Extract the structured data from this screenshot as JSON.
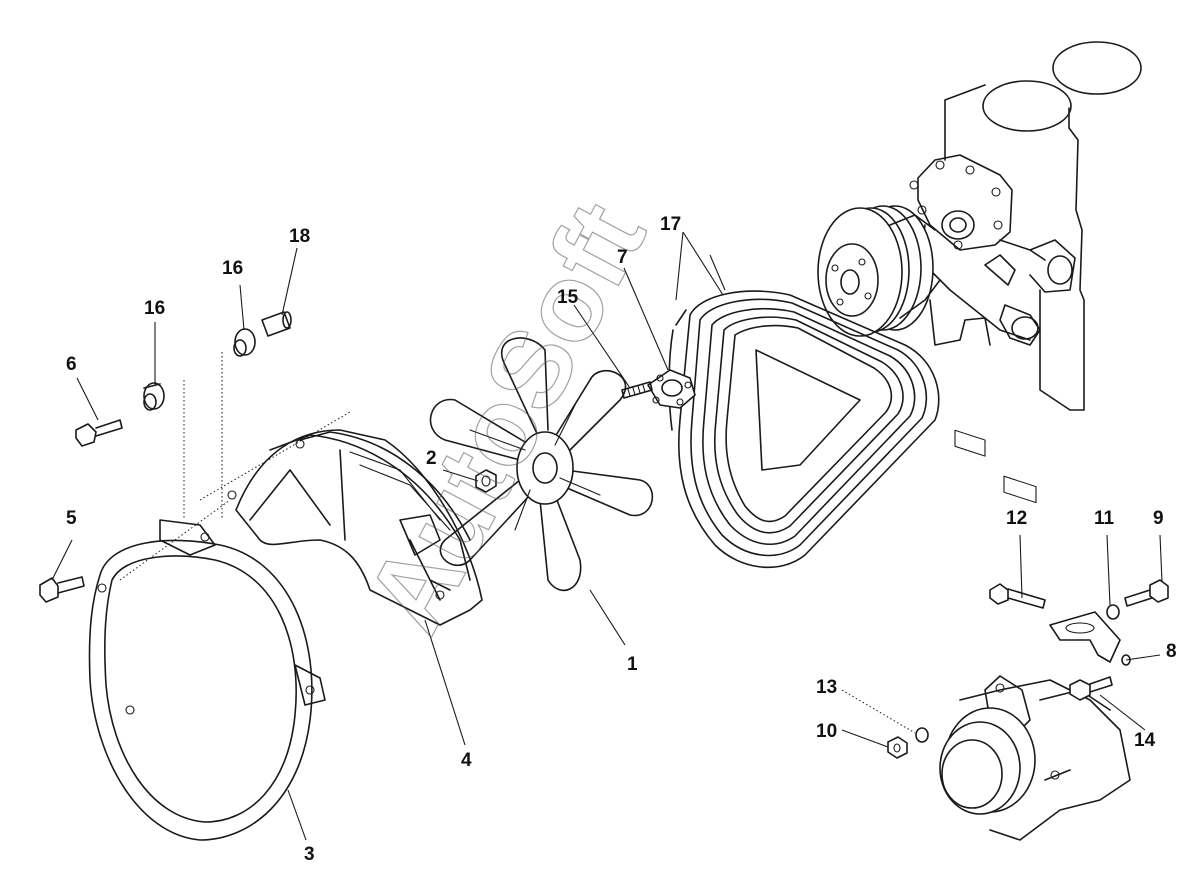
{
  "watermark": "AutoSoft",
  "callouts": {
    "c1": "1",
    "c2": "2",
    "c3": "3",
    "c4": "4",
    "c5": "5",
    "c6": "6",
    "c7": "7",
    "c8": "8",
    "c9": "9",
    "c10": "10",
    "c11": "11",
    "c12": "12",
    "c13": "13",
    "c14": "14",
    "c15": "15",
    "c16a": "16",
    "c16b": "16",
    "c17": "17",
    "c18": "18"
  },
  "parts": {
    "fan": {
      "callout": "1"
    },
    "nut": {
      "callout": "2"
    },
    "fan_shroud_ring": {
      "callout": "3"
    },
    "fan_guard": {
      "callout": "4"
    },
    "bolt_shroud": {
      "callout": "5"
    },
    "bolt_guard": {
      "callout": "6"
    },
    "spacer_pulley": {
      "callout": "7"
    },
    "alternator_washer": {
      "callout": "8"
    },
    "alternator_bolt_upper": {
      "callout": "9"
    },
    "alternator_nut": {
      "callout": "10"
    },
    "washer_upper": {
      "callout": "11"
    },
    "adjusting_bolt": {
      "callout": "12"
    },
    "washer_lower": {
      "callout": "13"
    },
    "alternator_bolt_lower": {
      "callout": "14"
    },
    "fan_stud": {
      "callout": "15"
    },
    "grommet": {
      "callout": "16"
    },
    "v_belt": {
      "callout": "17"
    },
    "collar": {
      "callout": "18"
    }
  }
}
